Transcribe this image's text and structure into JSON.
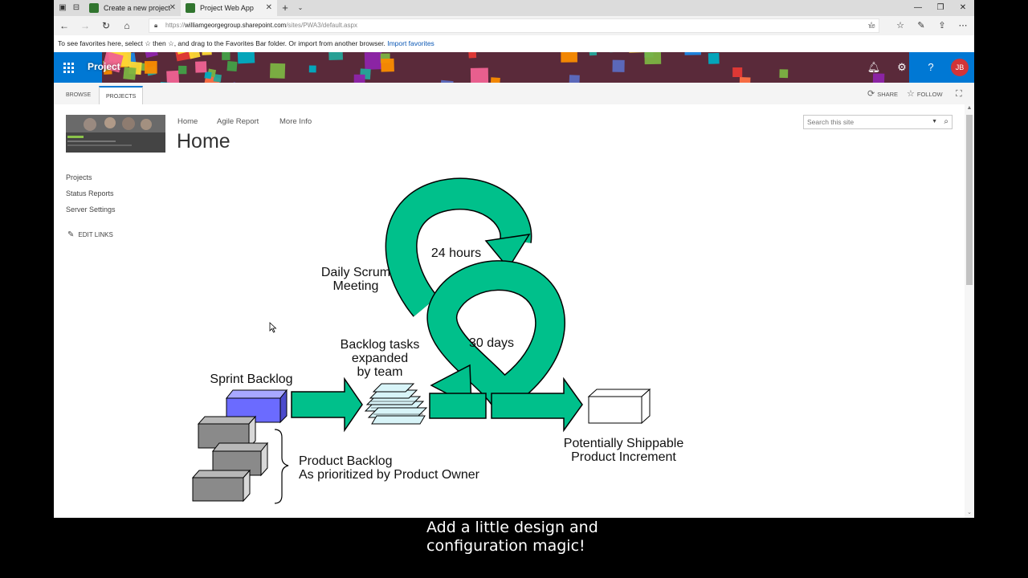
{
  "browser": {
    "tabs": [
      {
        "label": "Create a new project"
      },
      {
        "label": "Project Web App"
      }
    ],
    "new_tab": "+",
    "url": {
      "scheme": "https://",
      "host": "williamgeorgegroup.sharepoint.com",
      "path": "/sites/PWA3/default.aspx"
    },
    "favorites_bar": {
      "text": "To see favorites here, select  ☆  then ☆, and drag to the Favorites Bar folder. Or import from another browser.",
      "link": "Import favorites"
    }
  },
  "suitebar": {
    "title": "Project",
    "avatar_initials": "JB",
    "icons": [
      "bell-icon",
      "gear-icon",
      "help-icon"
    ]
  },
  "ribbon": {
    "tabs": [
      "BROWSE",
      "PROJECTS"
    ],
    "active_tab": "PROJECTS",
    "actions": [
      "SHARE",
      "FOLLOW"
    ]
  },
  "site": {
    "top_nav": [
      "Home",
      "Agile Report",
      "More Info"
    ],
    "page_title": "Home",
    "search_placeholder": "Search this site",
    "left_nav": [
      "Projects",
      "Status Reports",
      "Server Settings"
    ],
    "edit_links": "EDIT LINKS"
  },
  "diagram": {
    "labels": {
      "daily_scrum": [
        "Daily Scrum",
        "Meeting"
      ],
      "hours": "24 hours",
      "days": "30 days",
      "backlog_tasks": [
        "Backlog tasks",
        "expanded",
        "by team"
      ],
      "sprint_backlog": "Sprint Backlog",
      "product_backlog": [
        "Product Backlog",
        "As prioritized by Product Owner"
      ],
      "increment": [
        "Potentially Shippable",
        "Product Increment"
      ]
    },
    "colors": {
      "arrow": "#00c08b",
      "sprint_box": "#6b6bff",
      "backlog_box": "#8a8a8a",
      "tasks": "#d8f4f8"
    }
  },
  "caption": [
    "Add a little design and",
    "configuration magic!"
  ]
}
